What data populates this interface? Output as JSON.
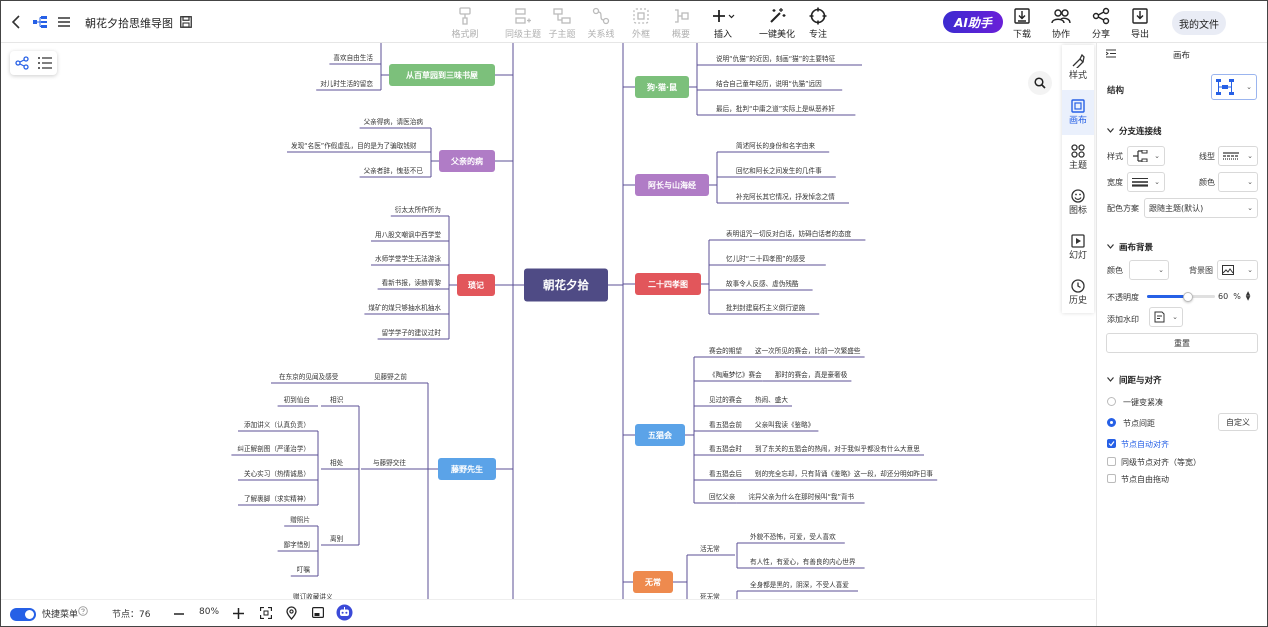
{
  "header": {
    "doc_title": "朝花夕拾思维导图",
    "tools": [
      {
        "label": "格式刷",
        "enabled": false
      },
      {
        "label": "同级主题",
        "enabled": false
      },
      {
        "label": "子主题",
        "enabled": false
      },
      {
        "label": "关系线",
        "enabled": false
      },
      {
        "label": "外框",
        "enabled": false
      },
      {
        "label": "概要",
        "enabled": false
      },
      {
        "label": "插入",
        "enabled": true
      },
      {
        "label": "一键美化",
        "enabled": true
      },
      {
        "label": "专注",
        "enabled": true
      }
    ],
    "ai_label": "AI助手",
    "actions": [
      "下载",
      "协作",
      "分享",
      "导出"
    ],
    "my_files": "我的文件"
  },
  "sidetabs": [
    {
      "label": "样式",
      "icon": "brush-icon"
    },
    {
      "label": "画布",
      "icon": "canvas-icon",
      "active": true
    },
    {
      "label": "主题",
      "icon": "theme-icon"
    },
    {
      "label": "图标",
      "icon": "emoji-icon"
    },
    {
      "label": "幻灯",
      "icon": "slides-icon"
    },
    {
      "label": "历史",
      "icon": "history-icon"
    }
  ],
  "panel": {
    "title": "画布",
    "structure_label": "结构",
    "branch_section": "分支连接线",
    "style_label": "样式",
    "line_type_label": "线型",
    "width_label": "宽度",
    "color_label": "颜色",
    "scheme_label": "配色方案",
    "scheme_value": "跟随主题(默认)",
    "bg_section": "画布背景",
    "bg_color_label": "颜色",
    "bg_image_label": "背景图",
    "opacity_label": "不透明度",
    "opacity_value": "60",
    "opacity_unit": "%",
    "watermark_label": "添加水印",
    "reset_label": "重置",
    "spacing_section": "间距与对齐",
    "compact_label": "一键变紧凑",
    "node_spacing_label": "节点间距",
    "custom_label": "自定义",
    "auto_align_label": "节点自动对齐",
    "sibling_align_label": "同级节点对齐（等宽）",
    "free_drag_label": "节点自由拖动",
    "accent": "#2660e6"
  },
  "bottombar": {
    "quick_menu": "快捷菜单",
    "node_count": "节点：76",
    "zoom": "80%"
  },
  "mindmap": {
    "center": "朝花夕拾",
    "branches": [
      {
        "title": "从百草园到三味书屋",
        "color": "#7cc07b",
        "side": "left",
        "leaves": [
          "",
          "喜欢自由生活",
          "对儿时生活的留恋"
        ]
      },
      {
        "title": "父亲的病",
        "color": "#b07cc6",
        "side": "left",
        "leaves": [
          "父亲得病，请医治病",
          "发现“名医”作假虚乱，目的是为了骗取钱财",
          "父亲者辞，愧悲不已"
        ]
      },
      {
        "title": "琐记",
        "color": "#e2565b",
        "side": "left",
        "leaves": [
          "衍太太所作所为",
          "用八股文嘲讽中西学堂",
          "水师学堂学生无法游泳",
          "看新书报，读赫胥黎",
          "煤矿的煤只够抽水机抽水",
          "留学学子的建议过时"
        ]
      },
      {
        "title": "藤野先生",
        "color": "#5ba3e8",
        "side": "left",
        "groups": [
          {
            "title": "见藤野之前",
            "leaves": [
              "在东京的见闻及感受"
            ]
          },
          {
            "title": "与藤野交往",
            "groups": [
              {
                "title": "相识",
                "leaves": [
                  "初到仙台"
                ]
              },
              {
                "title": "相处",
                "leaves": [
                  "添加讲义（认真负责）",
                  "纠正解剖图（严谨治学）",
                  "关心实习（热情诚恳）",
                  "了解裹脚（求实精神）"
                ]
              },
              {
                "title": "离别",
                "leaves": [
                  "赠照片",
                  "鄙字惜别",
                  "叮嘱"
                ]
              }
            ]
          },
          {
            "title": "",
            "leaves": [
              "赠订收藏讲义"
            ]
          }
        ]
      },
      {
        "title": "狗·猫·鼠",
        "color": "#7cc07b",
        "side": "right",
        "leaves": [
          "",
          "说明“仇猫”的近因，刻画“猫”的主要特征",
          "结合自己童年经历，说明“仇猫”远因",
          "最后，批判“中庸之道”实际上是纵恶养奸"
        ]
      },
      {
        "title": "阿长与山海经",
        "color": "#b07cc6",
        "side": "right",
        "leaves": [
          "简述阿长的身份和名字由来",
          "回忆和阿长之间发生的几件事",
          "补充阿长其它情况，抒发悼念之情"
        ]
      },
      {
        "title": "二十四孝图",
        "color": "#e2565b",
        "side": "right",
        "leaves": [
          "表明诅咒一切反对白话，妨碍白话者的态度",
          "忆儿时“二十四孝图”的感受",
          "故事令人反感、虚伪残酷",
          "批判封建腐朽主义倒行逆施"
        ]
      },
      {
        "title": "五猖会",
        "color": "#5ba3e8",
        "side": "right",
        "pairs": [
          [
            "赛会的期望",
            "这一次所见的赛会，比前一次繁盛些"
          ],
          [
            "《陶庵梦忆》赛会",
            "那时的赛会，真是豪奢极"
          ],
          [
            "见过的赛会",
            "热闹、盛大"
          ],
          [
            "看五猖会前",
            "父亲叫我读《鉴略》"
          ],
          [
            "看五猖会时",
            "到了东关的五猖会的热闹，对于我似乎都没有什么大意思"
          ],
          [
            "看五猖会后",
            "别的完全忘却，只有背诵《鉴略》这一段，却还分明如昨日事"
          ],
          [
            "回忆父亲",
            "诧异父亲为什么在那时候叫“我”背书"
          ]
        ]
      },
      {
        "title": "无常",
        "color": "#ee8a4e",
        "side": "right",
        "groups": [
          {
            "title": "活无常",
            "leaves": [
              "外貌不恐怖，可爱，受人喜欢",
              "有人性，有爱心，有善良的内心世界"
            ]
          },
          {
            "title": "死无常",
            "leaves": [
              "全身都是黑的，阴深，不受人喜爱"
            ]
          }
        ]
      }
    ]
  }
}
